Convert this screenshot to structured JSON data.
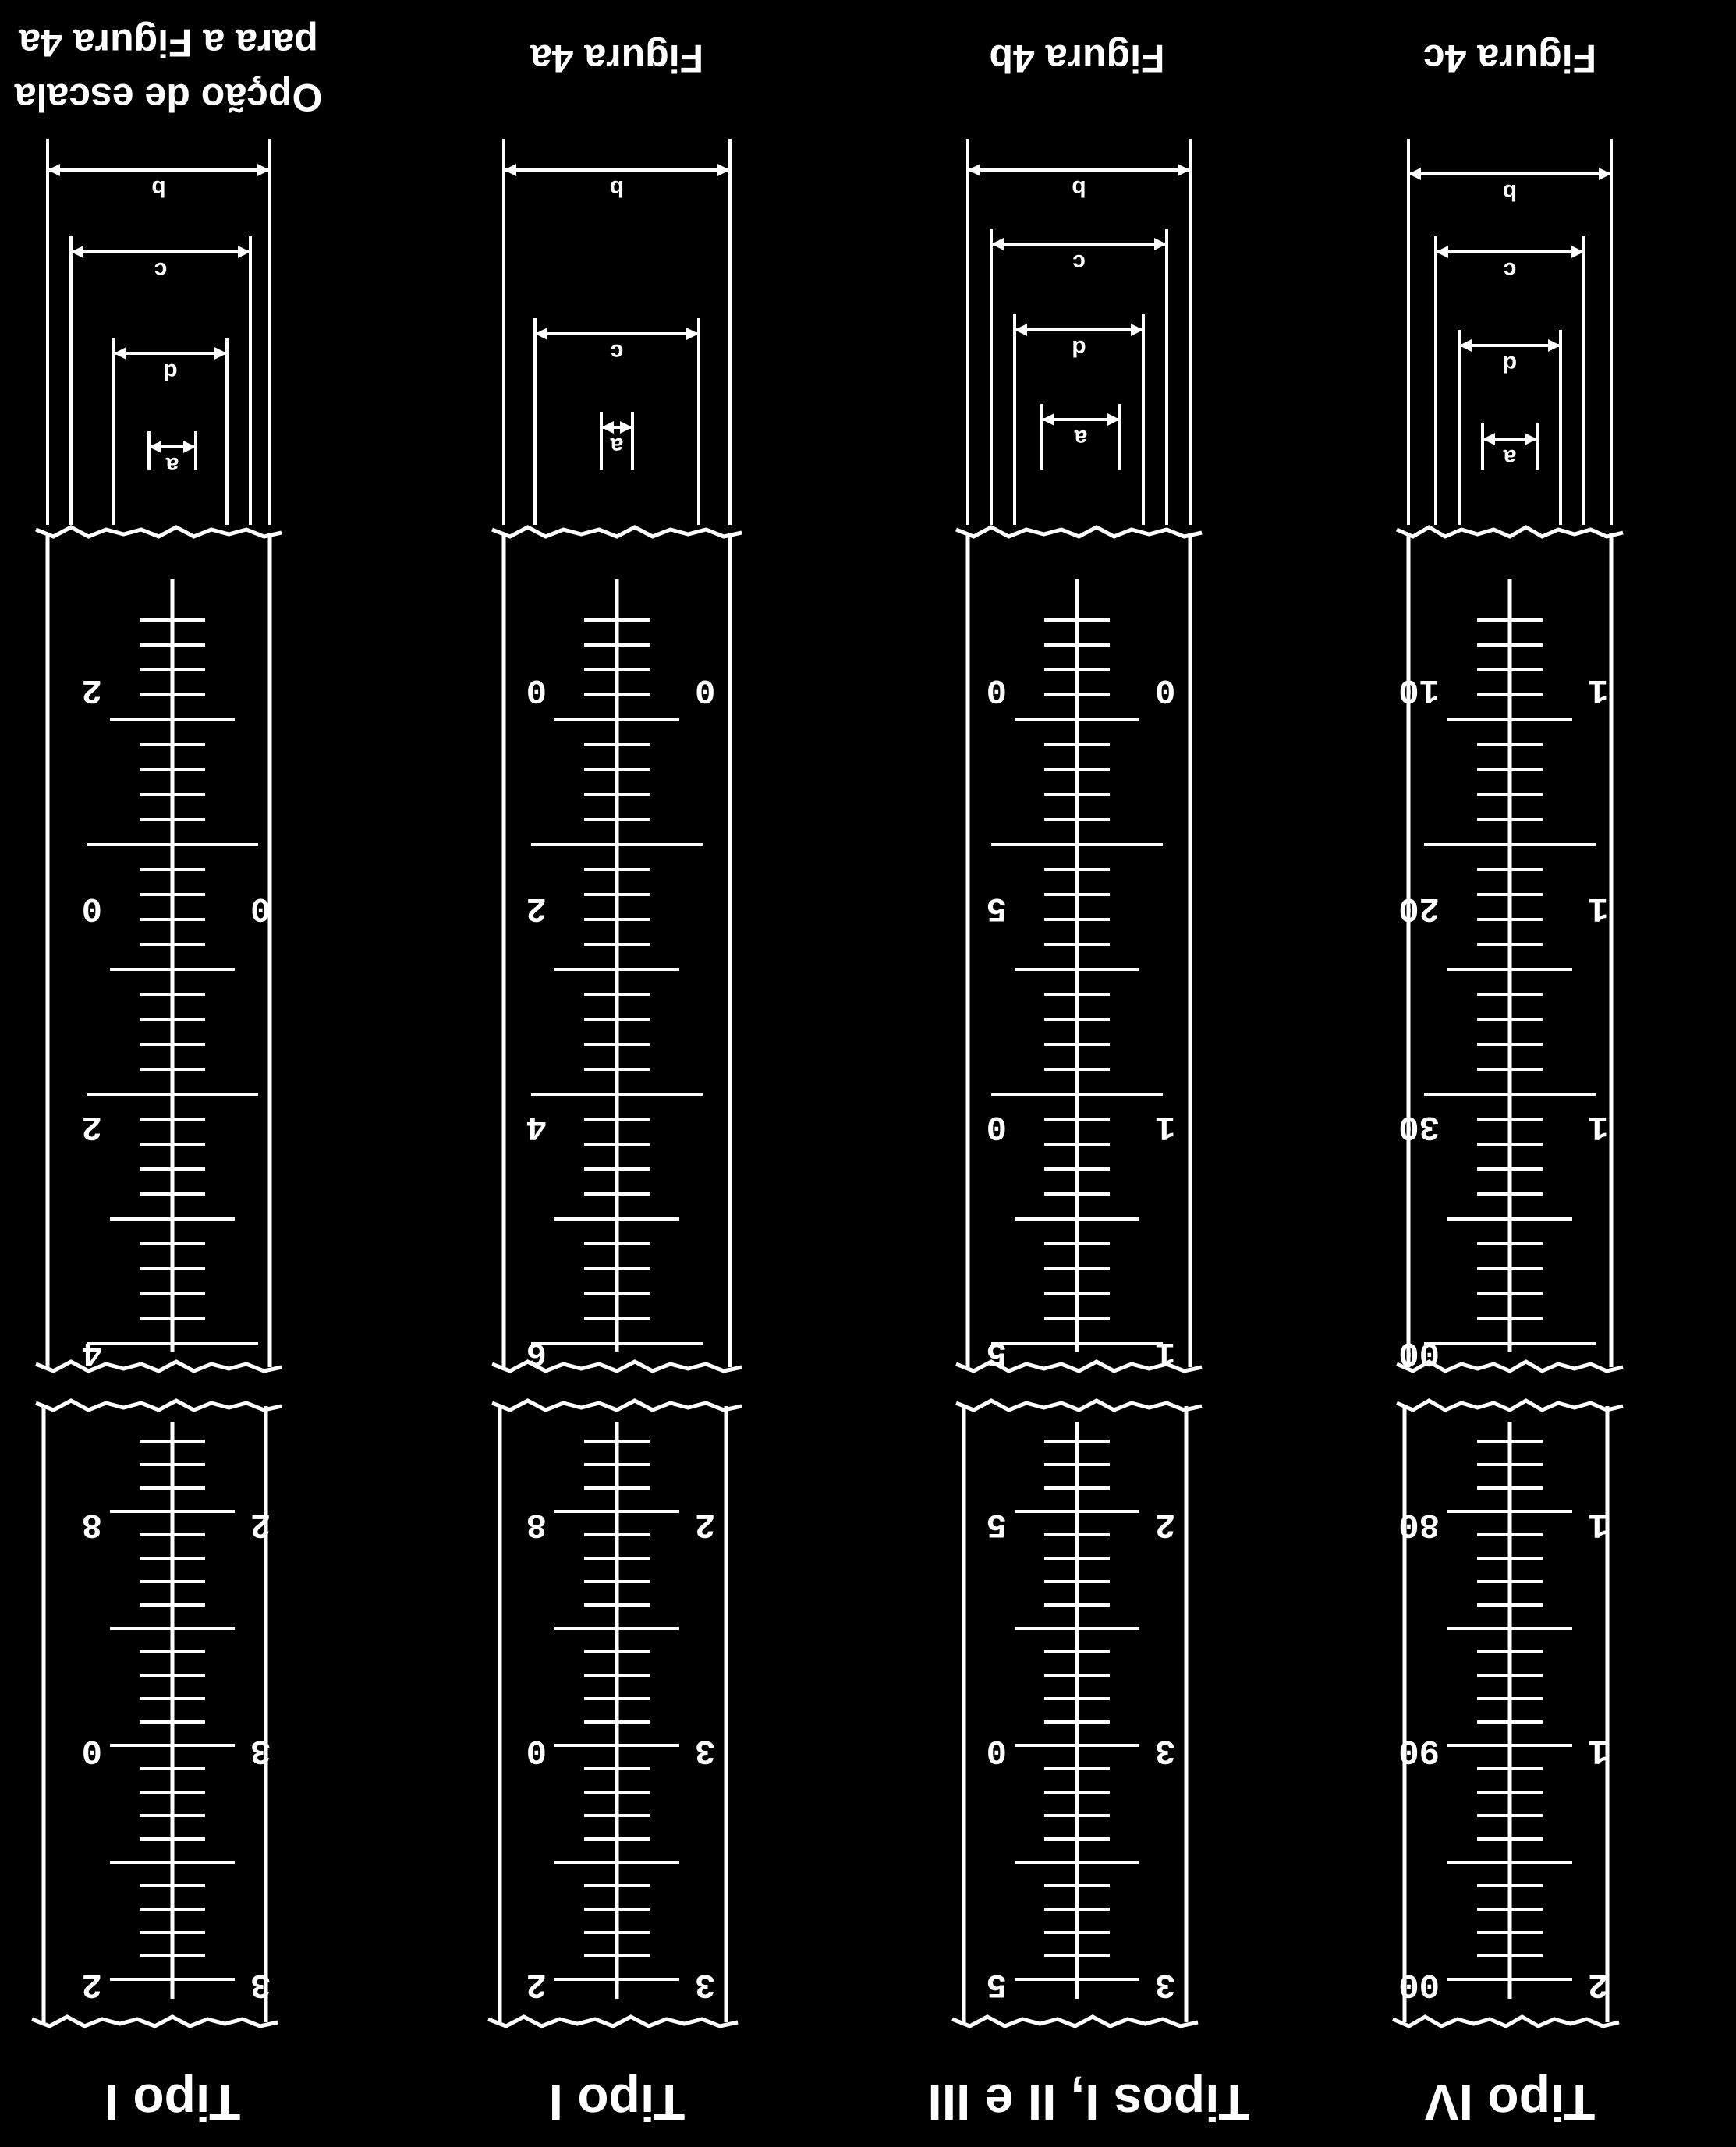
{
  "figure": {
    "top_labels": [
      {
        "lines": [
          "Figura 4c"
        ]
      },
      {
        "lines": [
          "Figura 4b"
        ]
      },
      {
        "lines": [
          "Figura 4a"
        ]
      },
      {
        "lines": [
          "Opção de escala",
          "para a Figura 4a"
        ]
      }
    ],
    "bottom_labels": [
      "Tipo IV",
      "Tipos I, II e III",
      "Tipo I",
      "Tipo I"
    ],
    "dimension_letters": [
      "b",
      "c",
      "d",
      "a"
    ],
    "columns": [
      {
        "id": "tipo-iv",
        "top_left": [
          "00",
          "30",
          "20",
          "10"
        ],
        "top_right": [
          "",
          "1",
          "1",
          "1"
        ],
        "bottom_left": [
          "00",
          "90",
          "80"
        ],
        "bottom_right": [
          "2",
          "1",
          "1"
        ]
      },
      {
        "id": "tipos-i-ii-iii",
        "top_left": [
          "5",
          "0",
          "5",
          "0"
        ],
        "top_right": [
          "1",
          "1",
          "",
          "0"
        ],
        "bottom_left": [
          "5",
          "0",
          "5"
        ],
        "bottom_right": [
          "3",
          "3",
          "2"
        ]
      },
      {
        "id": "tipo-i-4a",
        "top_left": [
          "6",
          "4",
          "2",
          "0"
        ],
        "top_right": [
          "",
          "",
          "",
          "0"
        ],
        "bottom_left": [
          "2",
          "0",
          "8"
        ],
        "bottom_right": [
          "3",
          "3",
          "2"
        ]
      },
      {
        "id": "tipo-i-option",
        "top_left": [
          "4",
          "2",
          "0",
          "2"
        ],
        "top_right": [
          "",
          "",
          "0",
          ""
        ],
        "bottom_left": [
          "2",
          "0",
          "8"
        ],
        "bottom_right": [
          "3",
          "3",
          "2"
        ]
      }
    ]
  }
}
